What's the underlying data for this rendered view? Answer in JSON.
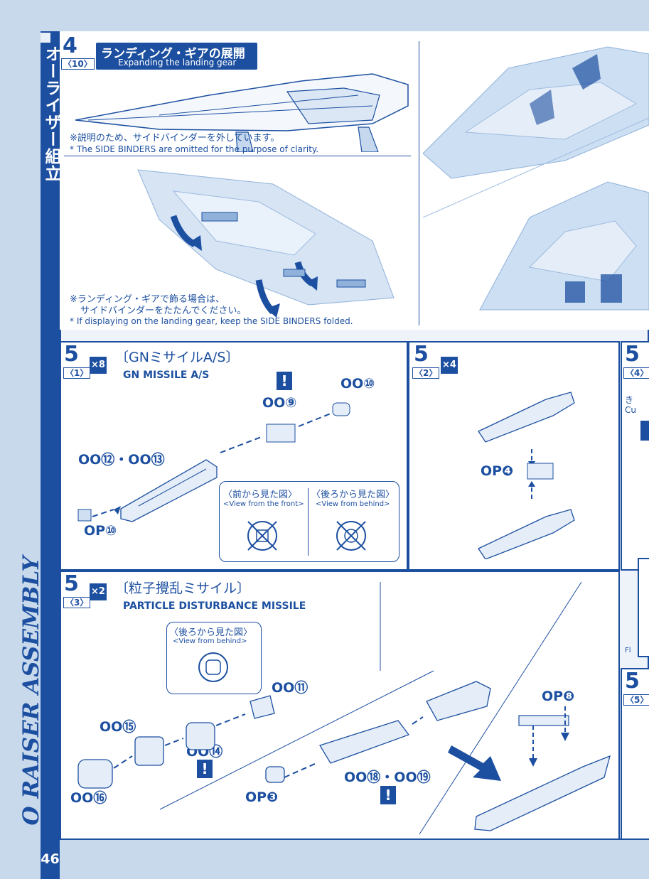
{
  "sidebar": {
    "title_jp": "オーライザー組立",
    "title_en": "O RAISER ASSEMBLY",
    "page_number": "46"
  },
  "step4": {
    "number": "4",
    "sub": "〈10〉",
    "title_jp": "ランディング・ギアの展開",
    "title_en": "Expanding the landing gear",
    "note1_jp": "※説明のため、サイドバインダーを外しています。",
    "note1_en": "* The SIDE BINDERS are omitted for the purpose of clarity.",
    "note2_jp_line1": "※ランディング・ギアで飾る場合は、",
    "note2_jp_line2": "サイドバインダーをたたんでください。",
    "note2_en": "* If displaying on the landing gear, keep the SIDE BINDERS folded."
  },
  "step5_1": {
    "number": "5",
    "sub": "〈1〉",
    "multiplier": "×8",
    "title_jp": "〔GNミサイルA/S〕",
    "title_en": "GN MISSILE A/S",
    "parts": {
      "p10": "OO⑩",
      "p9": "OO⑨",
      "p12_13": "OO⑫・OO⑬",
      "op10": "OP⑩"
    },
    "warning": "!",
    "view_front_jp": "〈前から見た図〉",
    "view_front_en": "<View from the front>",
    "view_behind_jp": "〈後ろから見た図〉",
    "view_behind_en": "<View from behind>"
  },
  "step5_2": {
    "number": "5",
    "sub": "〈2〉",
    "multiplier": "×4",
    "part": "OP❹"
  },
  "step5_4": {
    "number": "5",
    "sub": "〈4〉",
    "text_jp": "き",
    "text_en": "Cu"
  },
  "step5_3": {
    "number": "5",
    "sub": "〈3〉",
    "multiplier": "×2",
    "title_jp": "〔粒子攪乱ミサイル〕",
    "title_en": "PARTICLE DISTURBANCE MISSILE",
    "view_behind_jp": "〈後ろから見た図〉",
    "view_behind_en": "<View from behind>",
    "parts": {
      "p11": "OO⑪",
      "p15": "OO⑮",
      "p14": "OO⑭",
      "p16": "OO⑯",
      "op3": "OP❸",
      "p18_19": "OO⑱・OO⑲",
      "op8": "OP❽"
    },
    "warning": "!"
  },
  "step5_5": {
    "number": "5",
    "sub": "〈5〉",
    "text_fr": "Fl"
  }
}
